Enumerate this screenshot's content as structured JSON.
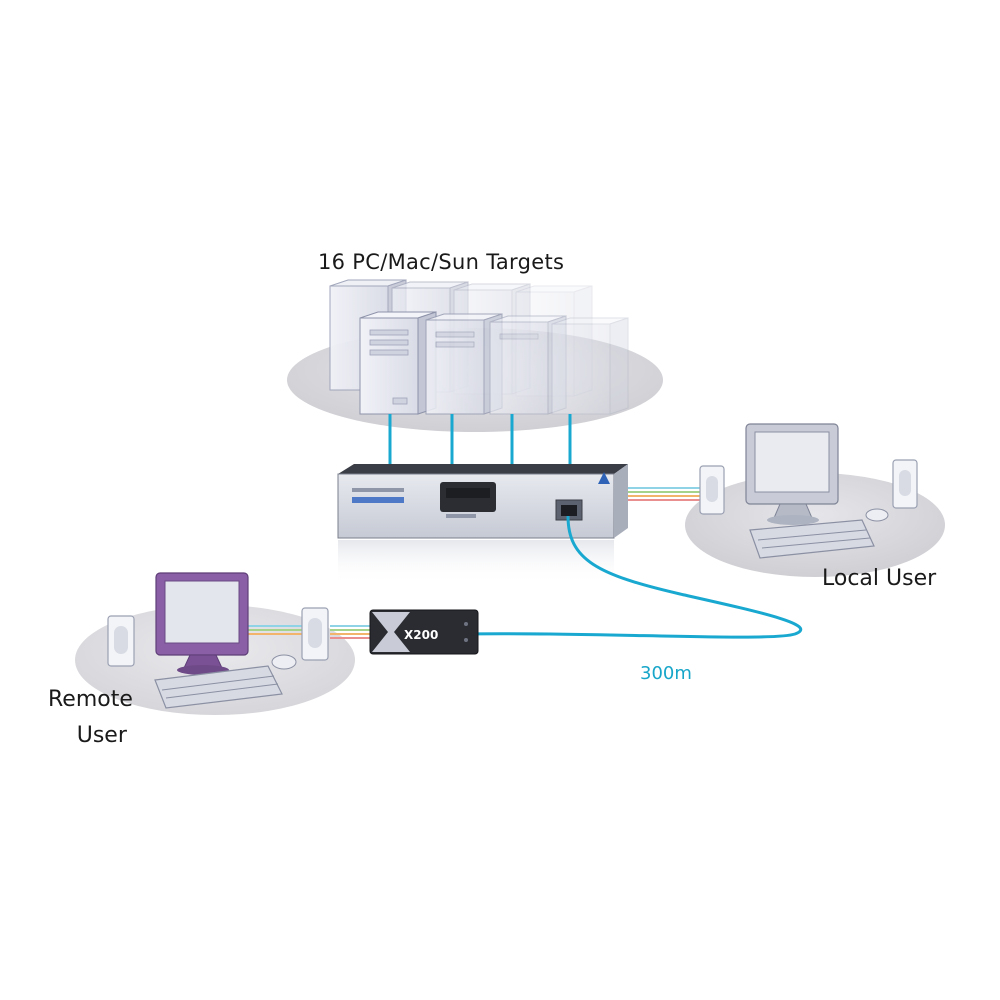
{
  "labels": {
    "targets": "16 PC/Mac/Sun Targets",
    "local_user": "Local User",
    "remote_user_line1": "Remote",
    "remote_user_line2": "User",
    "distance": "300m"
  },
  "devices": {
    "extender_brand": "X200"
  },
  "colors": {
    "cable": "#18a8d0",
    "remote_monitor": "#8a5fa6",
    "local_monitor": "#c9ccd6",
    "ellipse": "#d8d8dc"
  }
}
